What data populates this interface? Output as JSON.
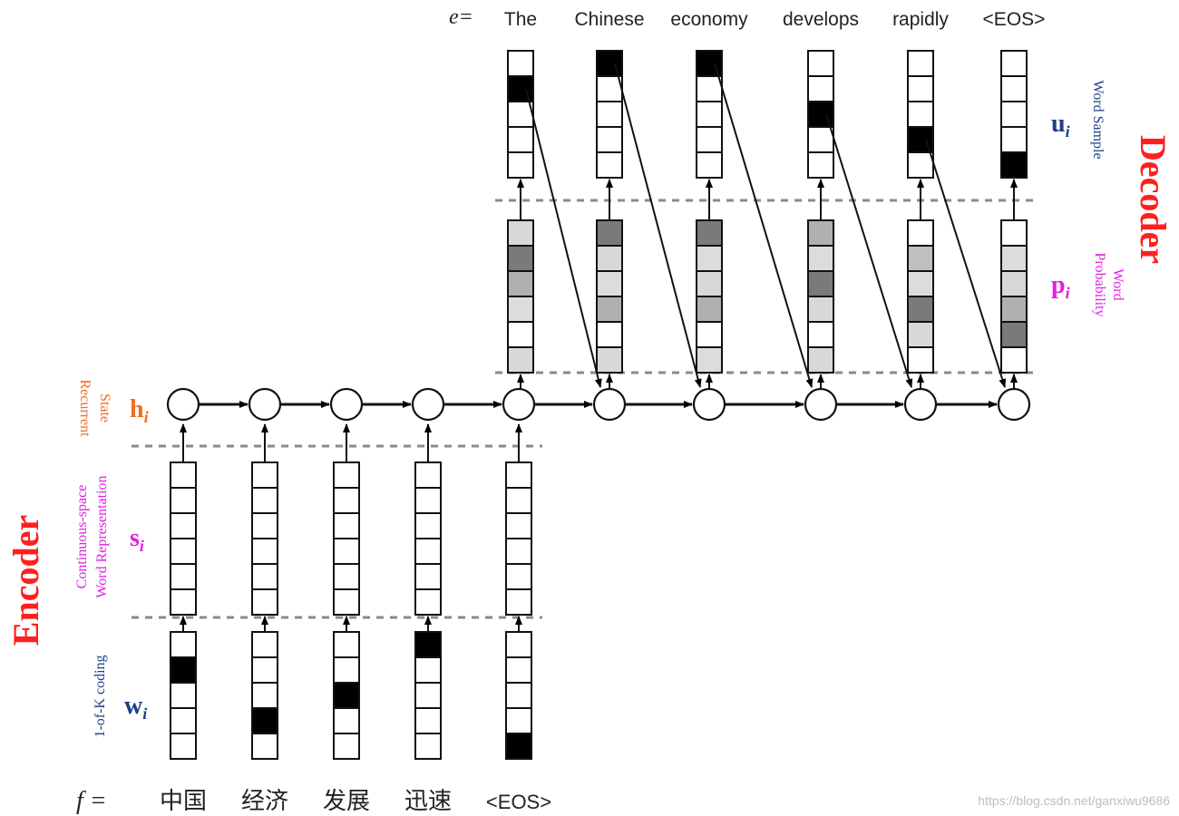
{
  "title_labels": {
    "encoder": "Encoder",
    "decoder": "Decoder"
  },
  "target_prefix": "e=",
  "source_prefix": "f =",
  "target_words": [
    "The",
    "Chinese",
    "economy",
    "develops",
    "rapidly",
    "<EOS>"
  ],
  "source_words": [
    "中国",
    "经济",
    "发展",
    "迅速",
    "<EOS>"
  ],
  "layers": {
    "h": {
      "symbol": "h",
      "subscript": "i",
      "desc": [
        "Recurrent",
        "State"
      ]
    },
    "s": {
      "symbol": "s",
      "subscript": "i",
      "desc": [
        "Continuous-space",
        "Word Representation"
      ]
    },
    "w": {
      "symbol": "w",
      "subscript": "i",
      "desc": [
        "1-of-K coding"
      ]
    },
    "u": {
      "symbol": "u",
      "subscript": "i",
      "desc": [
        "Word Sample"
      ]
    },
    "p": {
      "symbol": "p",
      "subscript": "i",
      "desc": [
        "Word",
        "Probability"
      ]
    }
  },
  "one_hot_source_index": [
    1,
    3,
    2,
    0,
    4
  ],
  "one_hot_target_index": [
    1,
    0,
    0,
    2,
    3,
    4
  ],
  "probability_shades": [
    [
      "#d8d8d8",
      "#7a7a7a",
      "#b0b0b0",
      "#dcdcdc",
      "#ffffff",
      "#d8d8d8"
    ],
    [
      "#7a7a7a",
      "#d8d8d8",
      "#dcdcdc",
      "#b0b0b0",
      "#ffffff",
      "#d8d8d8"
    ],
    [
      "#7a7a7a",
      "#dcdcdc",
      "#d8d8d8",
      "#b0b0b0",
      "#ffffff",
      "#dcdcdc"
    ],
    [
      "#b0b0b0",
      "#dcdcdc",
      "#7a7a7a",
      "#d8d8d8",
      "#ffffff",
      "#d8d8d8"
    ],
    [
      "#ffffff",
      "#c0c0c0",
      "#dcdcdc",
      "#7a7a7a",
      "#d8d8d8",
      "#ffffff"
    ],
    [
      "#ffffff",
      "#dcdcdc",
      "#d8d8d8",
      "#b0b0b0",
      "#7a7a7a",
      "#ffffff"
    ]
  ],
  "colors": {
    "red": "#ff1f1f",
    "orange": "#f26b21",
    "magenta": "#e020e0",
    "navy": "#1f3f86",
    "dash": "#8a8a8a"
  },
  "watermark": "https://blog.csdn.net/ganxiwu9686"
}
